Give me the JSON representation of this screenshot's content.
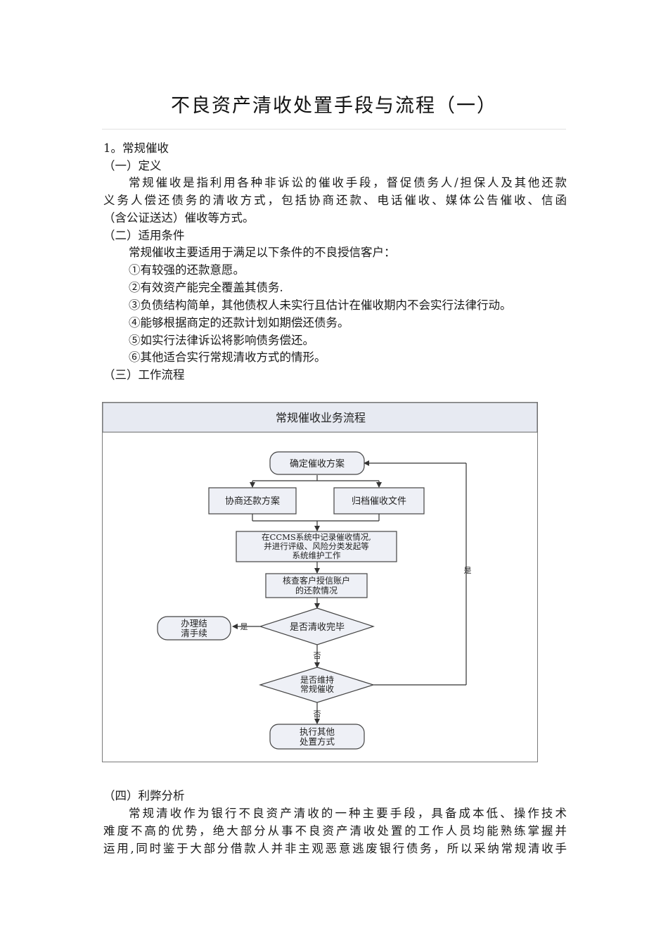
{
  "title": "不良资产清收处置手段与流程（一）",
  "section1": {
    "heading": "1。常规催收",
    "def_heading": "（一）定义",
    "def_lines": [
      "常规催收是指利用各种非诉讼的催收手段，督促债务人/担保人及其他还款",
      "义务人偿还债务的清收方式，包括协商还款、电话催收、媒体公告催收、信函",
      "（含公证送达）催收等方式。"
    ],
    "cond_heading": "（二）适用条件",
    "cond_intro": "常规催收主要适用于满足以下条件的不良授信客户：",
    "cond_items": [
      "①有较强的还款意愿。",
      "②有效资产能完全覆盖其债务.",
      "③负债结构简单，其他债权人未实行且估计在催收期内不会实行法律行动。",
      "④能够根据商定的还款计划如期偿还债务。",
      "⑤如实行法律诉讼将影响债务偿还。",
      "⑥其他适合实行常规清收方式的情形。"
    ],
    "flow_heading": "（三）工作流程",
    "pros_heading": "（四）利弊分析",
    "pros_lines": [
      "常规清收作为银行不良资产清收的一种主要手段，具备成本低、操作技术",
      "难度不高的优势，绝大部分从事不良资产清收处置的工作人员均能熟练掌握并",
      "运用,同时鉴于大部分借款人并非主观恶意逃废银行债务，所以采纳常规清收手"
    ]
  },
  "flowchart": {
    "title": "常规催收业务流程",
    "start": "确定催收方案",
    "negotiate": "协商还款方案",
    "archive": "归档催收文件",
    "ccms": [
      "在CCMS系统中记录催收情况,",
      "并进行评级、风险分类发起等",
      "系统维护工作"
    ],
    "check": [
      "核查客户授信账户",
      "的还款情况"
    ],
    "decision1": "是否清收完毕",
    "settle": [
      "办理结",
      "清手续"
    ],
    "decision2": [
      "是否维持",
      "常规催收"
    ],
    "other": [
      "执行其他",
      "处置方式"
    ],
    "yes": "是",
    "no": "否"
  }
}
